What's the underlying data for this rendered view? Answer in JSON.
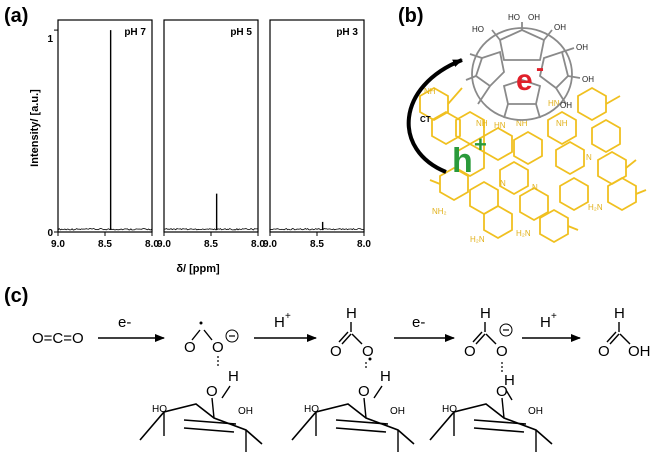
{
  "panel_labels": {
    "a": "(a)",
    "b": "(b)",
    "c": "(c)"
  },
  "panel_a": {
    "ylabel": "Intensity/ [a.u.]",
    "xlabel": "δ/ [ppm]",
    "y_ticks": [
      "1",
      "0"
    ],
    "x_ticks": [
      "9.0",
      "8.5",
      "8.0"
    ]
  },
  "chart_data": {
    "type": "line",
    "ylabel": "Intensity/ [a.u.]",
    "xlabel": "δ/ [ppm]",
    "xlim": [
      9.0,
      8.0
    ],
    "ylim": [
      0,
      1.05
    ],
    "subplots": [
      {
        "title": "pH 7",
        "peak_ppm": 8.44,
        "peak_intensity": 1.0
      },
      {
        "title": "pH 5",
        "peak_ppm": 8.44,
        "peak_intensity": 0.19
      },
      {
        "title": "pH 3",
        "peak_ppm": 8.44,
        "peak_intensity": 0.05
      }
    ]
  },
  "panel_b": {
    "electron_label": "e",
    "electron_charge": "-",
    "hole_label": "h",
    "hole_charge": "+",
    "ct_label": "CT",
    "colors": {
      "fullerene": "#808080",
      "polymer": "#f0c020",
      "electron": "#e0202a",
      "hole": "#2a9a3a",
      "arrow": "#000000"
    },
    "oh_labels": [
      "HO",
      "OH",
      "OH",
      "OH",
      "OH",
      "HO",
      "OH"
    ],
    "nh_labels": [
      "NH",
      "NH",
      "NH",
      "NH",
      "HN",
      "HN"
    ],
    "n_labels": [
      "N",
      "N",
      "N"
    ],
    "nh2_labels": [
      "NH₂",
      "H₂N",
      "H₂N",
      "H₂N"
    ]
  },
  "panel_c": {
    "co2": "O=C=O",
    "steps": [
      {
        "reagent": "e-",
        "sup": "-"
      },
      {
        "reagent": "H",
        "sup": "+"
      },
      {
        "reagent": "e-",
        "sup": "-"
      },
      {
        "reagent": "H",
        "sup": "+"
      }
    ],
    "atoms": {
      "O": "O",
      "C": "C",
      "H": "H",
      "OH": "OH",
      "HO": "HO",
      "minus": "⊖"
    }
  }
}
